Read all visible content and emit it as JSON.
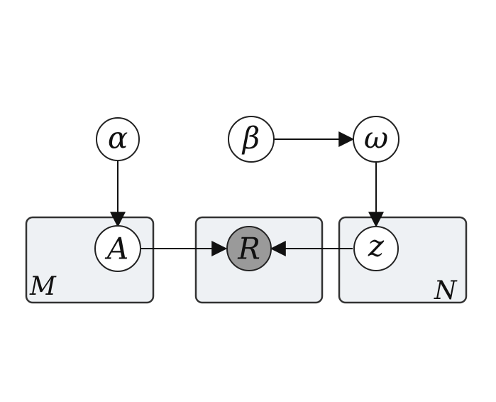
{
  "nodes": {
    "alpha": {
      "label": "α"
    },
    "beta": {
      "label": "β"
    },
    "omega": {
      "label": "ω"
    },
    "A": {
      "label": "A"
    },
    "R": {
      "label": "R"
    },
    "z": {
      "label": "z"
    }
  },
  "plates": {
    "M": {
      "label": "M"
    },
    "N": {
      "label": "N"
    }
  },
  "colors": {
    "plate_fill": "#eef1f4",
    "observed_node_fill": "#9a9a9a",
    "node_fill": "#ffffff"
  }
}
